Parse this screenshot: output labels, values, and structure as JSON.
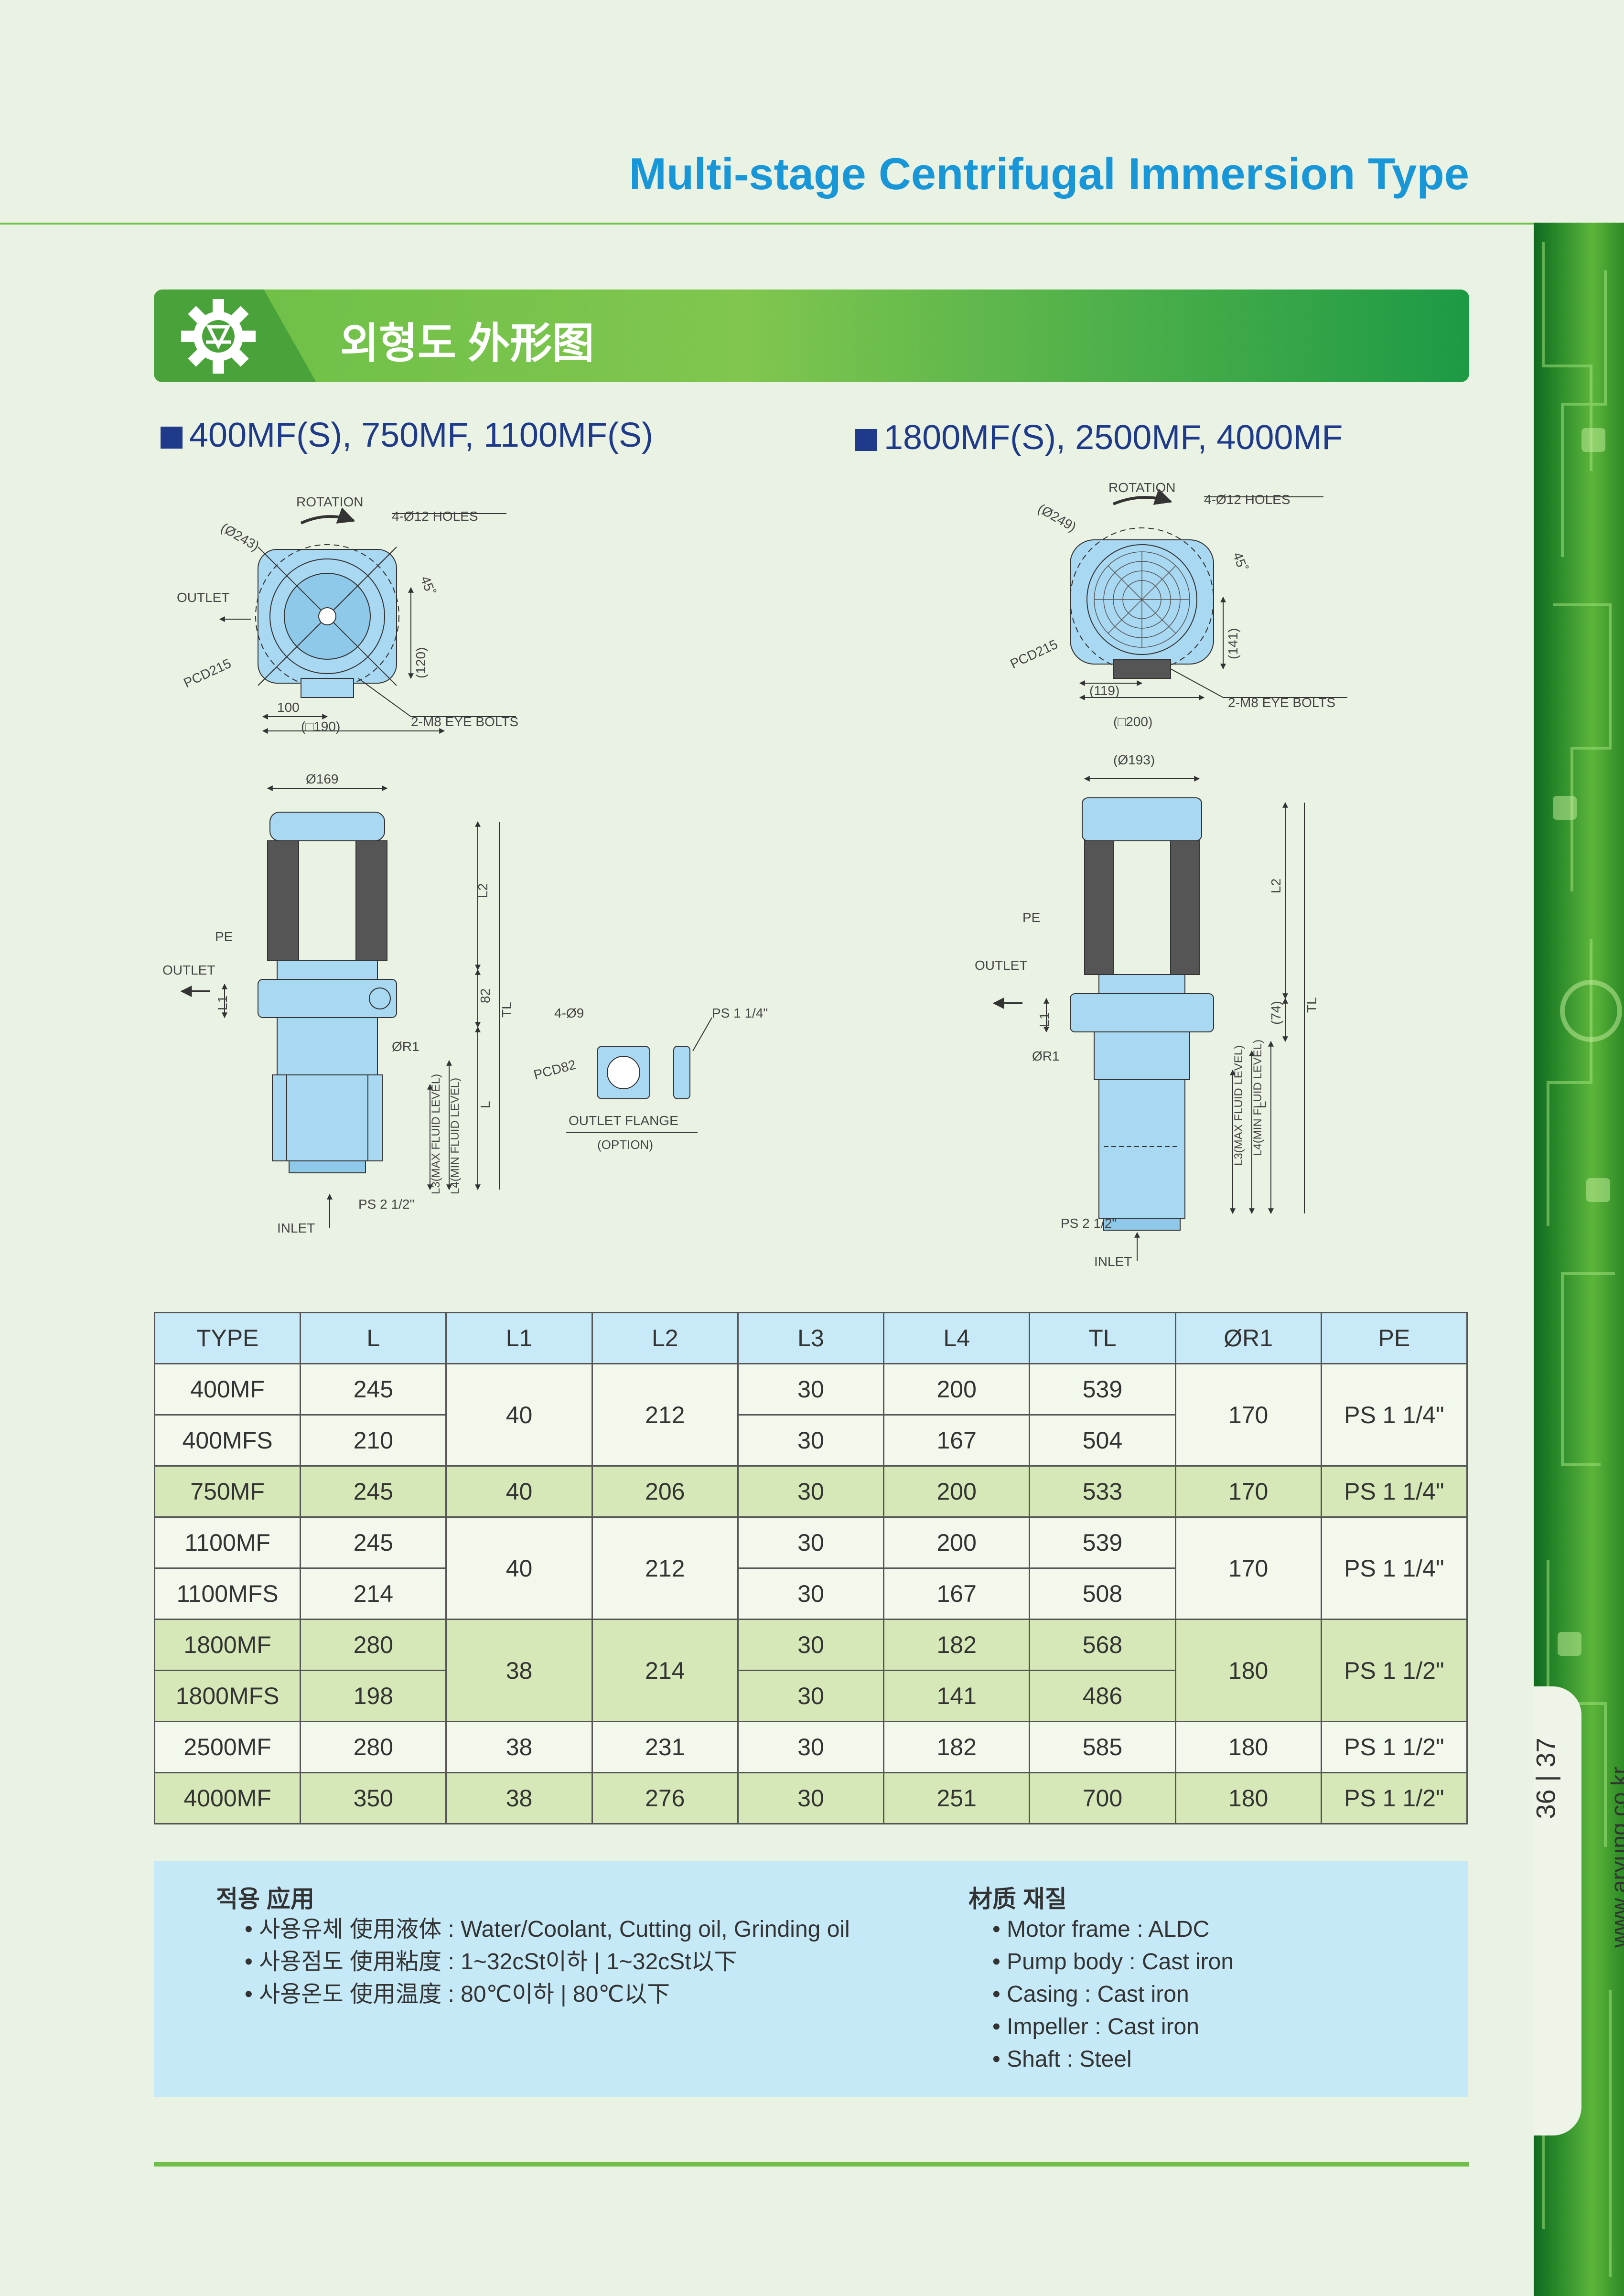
{
  "header": {
    "title": "Multi-stage Centrifugal Immersion Type"
  },
  "section": {
    "title": "외형도 外形图"
  },
  "models": {
    "left": "400MF(S), 750MF, 1100MF(S)",
    "right": "1800MF(S), 2500MF, 4000MF"
  },
  "drawing_left": {
    "rotation": "ROTATION",
    "holes": "4-Ø12 HOLES",
    "dia": "(Ø243)",
    "angle": "45˚",
    "outlet": "OUTLET",
    "pcd": "PCD215",
    "dim120": "(120)",
    "dim100": "100",
    "sq190": "(□190)",
    "eyebolts": "2-M8 EYE BOLTS",
    "d169": "Ø169",
    "l2": "L2",
    "pe": "PE",
    "outlet2": "OUTLET",
    "l1": "L1",
    "d82": "82",
    "tl": "TL",
    "r1": "ØR1",
    "l": "L",
    "l3": "L3(MAX FLUID LEVEL)",
    "l4": "L4(MIN FLUID LEVEL)",
    "ps": "PS 2 1/2\"",
    "inlet": "INLET",
    "flange_holes": "4-Ø9",
    "flange_ps": "PS 1 1/4\"",
    "flange_pcd": "PCD82",
    "flange_label": "OUTLET FLANGE",
    "flange_option": "(OPTION)"
  },
  "drawing_right": {
    "rotation": "ROTATION",
    "holes": "4-Ø12 HOLES",
    "dia": "(Ø249)",
    "angle": "45˚",
    "pcd": "PCD215",
    "dim141": "(141)",
    "dim119": "(119)",
    "sq200": "(□200)",
    "eyebolts": "2-M8 EYE BOLTS",
    "d193": "(Ø193)",
    "l2": "L2",
    "pe": "PE",
    "outlet": "OUTLET",
    "l1": "L1",
    "d74": "(74)",
    "tl": "TL",
    "r1": "ØR1",
    "l": "L",
    "l3": "L3(MAX FLUID LEVEL)",
    "l4": "L4(MIN FLUID LEVEL)",
    "ps": "PS 2 1/2\"",
    "inlet": "INLET"
  },
  "table": {
    "headers": [
      "TYPE",
      "L",
      "L1",
      "L2",
      "L3",
      "L4",
      "TL",
      "ØR1",
      "PE"
    ],
    "rows": [
      {
        "type": "400MF",
        "l": "245",
        "l1": "40",
        "l2": "212",
        "l3": "30",
        "l4": "200",
        "tl": "539",
        "r1": "170",
        "pe": "PS 1 1/4\""
      },
      {
        "type": "400MFS",
        "l": "210",
        "l3": "30",
        "l4": "167",
        "tl": "504"
      },
      {
        "type": "750MF",
        "l": "245",
        "l1": "40",
        "l2": "206",
        "l3": "30",
        "l4": "200",
        "tl": "533",
        "r1": "170",
        "pe": "PS 1 1/4\""
      },
      {
        "type": "1100MF",
        "l": "245",
        "l1": "40",
        "l2": "212",
        "l3": "30",
        "l4": "200",
        "tl": "539",
        "r1": "170",
        "pe": "PS 1 1/4\""
      },
      {
        "type": "1100MFS",
        "l": "214",
        "l3": "30",
        "l4": "167",
        "tl": "508"
      },
      {
        "type": "1800MF",
        "l": "280",
        "l1": "38",
        "l2": "214",
        "l3": "30",
        "l4": "182",
        "tl": "568",
        "r1": "180",
        "pe": "PS 1 1/2\""
      },
      {
        "type": "1800MFS",
        "l": "198",
        "l3": "30",
        "l4": "141",
        "tl": "486"
      },
      {
        "type": "2500MF",
        "l": "280",
        "l1": "38",
        "l2": "231",
        "l3": "30",
        "l4": "182",
        "tl": "585",
        "r1": "180",
        "pe": "PS 1 1/2\""
      },
      {
        "type": "4000MF",
        "l": "350",
        "l1": "38",
        "l2": "276",
        "l3": "30",
        "l4": "251",
        "tl": "700",
        "r1": "180",
        "pe": "PS 1 1/2\""
      }
    ]
  },
  "application": {
    "title": "적용 应用",
    "items": [
      "• 사용유체 使用液体 : Water/Coolant, Cutting oil, Grinding oil",
      "• 사용점도 使用粘度 : 1~32cSt이하 | 1~32cSt以下",
      "• 사용온도 使用温度 : 80℃이하 | 80℃以下"
    ]
  },
  "material": {
    "title": "材质 재질",
    "items": [
      "• Motor frame : ALDC",
      "• Pump body : Cast iron",
      "• Casing : Cast iron",
      "• Impeller : Cast iron",
      "• Shaft : Steel"
    ]
  },
  "side": {
    "url": "www.aryung.co.kr",
    "pages": "36 | 37"
  },
  "colors": {
    "title_blue": "#1996d8",
    "green": "#6fbf4a",
    "pump_blue": "#a9d8f2",
    "table_header": "#c8e9f7",
    "row_green": "#d6e8b7"
  }
}
